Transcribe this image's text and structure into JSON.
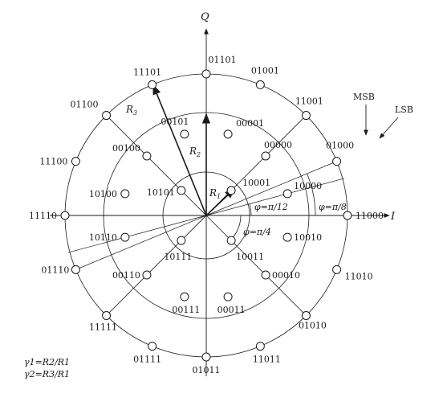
{
  "axes": {
    "q_label": "Q",
    "i_label": "I"
  },
  "radius_labels": {
    "r1": "R",
    "r1_sub": "1",
    "r2": "R",
    "r2_sub": "2",
    "r3": "R",
    "r3_sub": "3"
  },
  "angle_labels": {
    "a12": "φ=π/12",
    "a8": "φ=π/8",
    "a4": "φ=π/4"
  },
  "bit_labels": {
    "msb": "MSB",
    "lsb": "LSB"
  },
  "notes": {
    "gamma1": "γ1=R2/R1",
    "gamma2": "γ2=R3/R1"
  },
  "constellation": {
    "ring_ratios": [
      1,
      2.38,
      4.0
    ],
    "inner_ring": [
      {
        "label": "10001",
        "angle_deg": 45
      },
      {
        "label": "10101",
        "angle_deg": 135
      },
      {
        "label": "10111",
        "angle_deg": 225
      },
      {
        "label": "10011",
        "angle_deg": 315
      }
    ],
    "middle_ring": [
      {
        "label": "10000",
        "angle_deg": 15
      },
      {
        "label": "00000",
        "angle_deg": 45
      },
      {
        "label": "00001",
        "angle_deg": 75
      },
      {
        "label": "00101",
        "angle_deg": 105
      },
      {
        "label": "00100",
        "angle_deg": 135
      },
      {
        "label": "10100",
        "angle_deg": 165
      },
      {
        "label": "10110",
        "angle_deg": 195
      },
      {
        "label": "00110",
        "angle_deg": 225
      },
      {
        "label": "00111",
        "angle_deg": 255
      },
      {
        "label": "00011",
        "angle_deg": 285
      },
      {
        "label": "00010",
        "angle_deg": 315
      },
      {
        "label": "10010",
        "angle_deg": 345
      }
    ],
    "outer_ring": [
      {
        "label": "11000",
        "angle_deg": 0
      },
      {
        "label": "01000",
        "angle_deg": 22.5
      },
      {
        "label": "11001",
        "angle_deg": 45
      },
      {
        "label": "01001",
        "angle_deg": 67.5
      },
      {
        "label": "01101",
        "angle_deg": 90
      },
      {
        "label": "11101",
        "angle_deg": 112.5
      },
      {
        "label": "01100",
        "angle_deg": 135
      },
      {
        "label": "11100",
        "angle_deg": 157.5
      },
      {
        "label": "11110",
        "angle_deg": 180
      },
      {
        "label": "01110",
        "angle_deg": 202.5
      },
      {
        "label": "11111",
        "angle_deg": 225
      },
      {
        "label": "01111",
        "angle_deg": 247.5
      },
      {
        "label": "01011",
        "angle_deg": 270
      },
      {
        "label": "11011",
        "angle_deg": 292.5
      },
      {
        "label": "01010",
        "angle_deg": 315
      },
      {
        "label": "11010",
        "angle_deg": 337.5
      }
    ]
  },
  "colors": {
    "line": "#1a1a1a",
    "point_fill": "#ffffff"
  }
}
